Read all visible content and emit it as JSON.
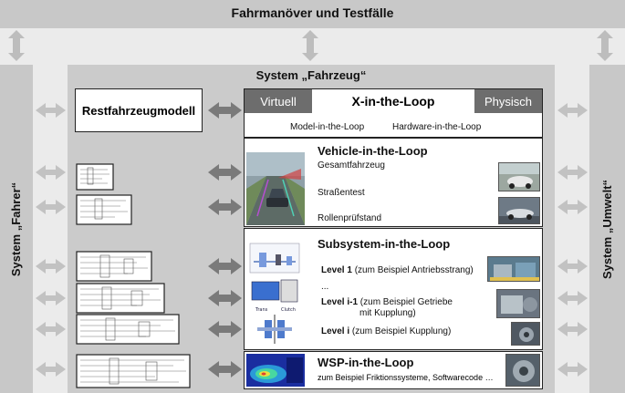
{
  "top_title": "Fahrmanöver und Testfälle",
  "system_fahrzeug": "System „Fahrzeug“",
  "system_fahrer": "System „Fahrer“",
  "system_umwelt": "System „Umwelt“",
  "restfahrzeug": "Restfahrzeugmodell",
  "xil": {
    "tab_left": "Virtuell",
    "tab_center": "X-in-the-Loop",
    "tab_right": "Physisch",
    "sub_left": "Model-in-the-Loop",
    "sub_right": "Hardware-in-the-Loop"
  },
  "vil": {
    "title": "Vehicle-in-the-Loop",
    "item1": "Gesamtfahrzeug",
    "item2": "Straßentest",
    "item3": "Rollenprüfstand"
  },
  "sil": {
    "title": "Subsystem-in-the-Loop",
    "l1_bold": "Level 1",
    "l1_text": " (zum Beispiel Antriebsstrang)",
    "dots": "...",
    "l2_bold": "Level i-1",
    "l2_text": " (zum Beispiel Getriebe",
    "l2_text2": "mit Kupplung)",
    "l3_bold": "Level i",
    "l3_text": " (zum Beispiel Kupplung)",
    "diagram_label1": "Trans",
    "diagram_label2": "Clutch"
  },
  "wsp": {
    "title": "WSP-in-the-Loop",
    "text": "zum Beispiel Friktionssysteme, Softwarecode …"
  },
  "colors": {
    "outer_band": "#c8c8c8",
    "inner_band": "#ebebeb",
    "arrow": "#7a7a7a",
    "tab_dark": "#6d6d6d"
  }
}
